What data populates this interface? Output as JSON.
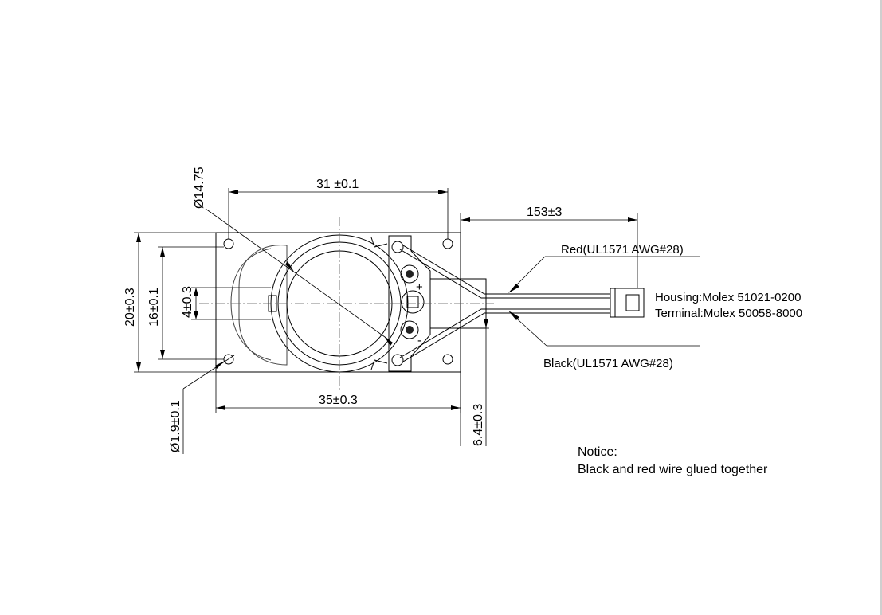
{
  "dimensions": {
    "width_31": "31 ±0.1",
    "cable_length": "153±3",
    "diameter_cone": "Ø14.75",
    "height_20": "20±0.3",
    "height_16": "16±0.1",
    "slot_4": "4±0.3",
    "width_35": "35±0.3",
    "thickness": "6.4±0.3",
    "hole_diameter": "Ø1.9±0.1"
  },
  "labels": {
    "red_wire": "Red(UL1571 AWG#28)",
    "black_wire": "Black(UL1571 AWG#28)",
    "housing": "Housing:Molex 51021-0200",
    "terminal": "Terminal:Molex 50058-8000",
    "plus": "+",
    "minus": "-"
  },
  "notice": {
    "title": "Notice:",
    "text": "Black and red wire glued together"
  }
}
